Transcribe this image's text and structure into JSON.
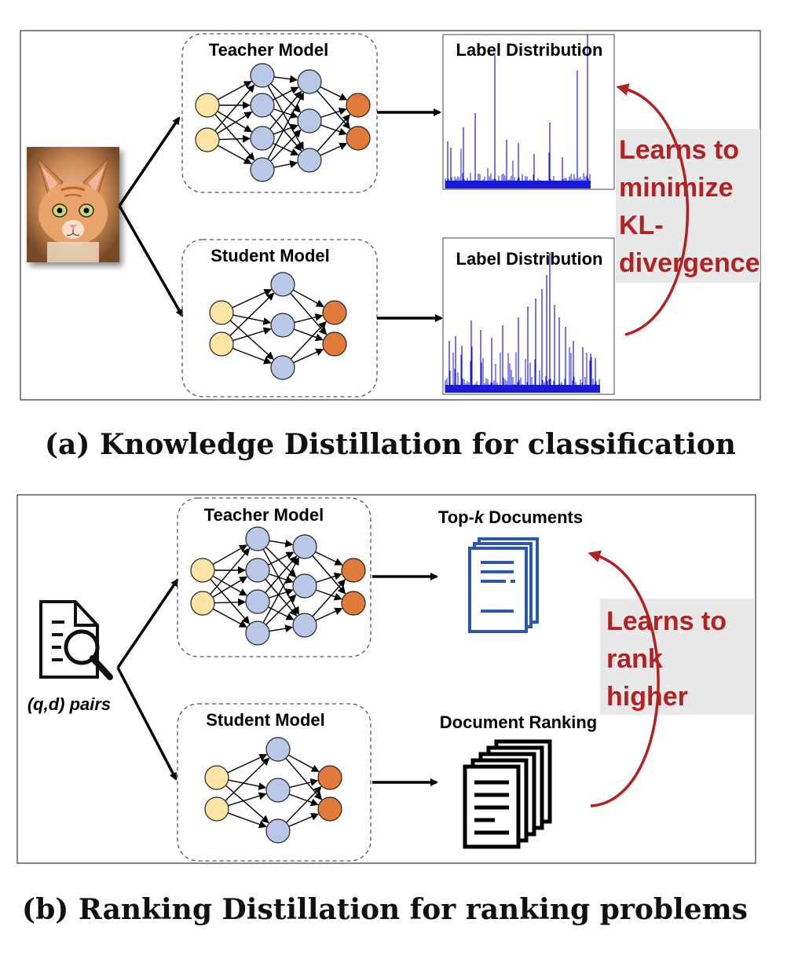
{
  "panel_a": {
    "teacher_title": "Teacher Model",
    "student_title": "Student Model",
    "top_chart_title": "Label Distribution",
    "bottom_chart_title": "Label Distribution",
    "annotation_lines": [
      "Learns to",
      "minimize",
      "KL-",
      "divergence"
    ],
    "caption": "(a) Knowledge Distillation for classification"
  },
  "panel_b": {
    "teacher_title": "Teacher Model",
    "student_title": "Student Model",
    "top_label_prefix": "Top-",
    "top_label_k": "k",
    "top_label_suffix": " Documents",
    "bottom_label": "Document Ranking",
    "input_label": "(q,d) pairs",
    "annotation_lines": [
      "Learns to",
      "rank",
      "higher"
    ],
    "caption": "(b) Ranking Distillation for ranking problems"
  },
  "colors": {
    "input_node": "#fce4a6",
    "hidden_node": "#b8c8e6",
    "output_node": "#e07b3c",
    "accent_red": "#b22222",
    "bar_blue": "#1a1ad6",
    "doc_blue": "#2d5aa8"
  }
}
